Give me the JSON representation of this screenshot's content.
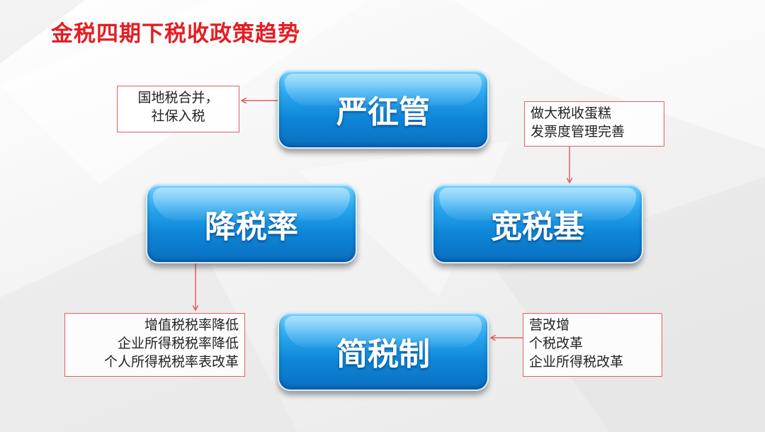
{
  "title": "金税四期下税收政策趋势",
  "nodes": {
    "strict": "严征管",
    "lower": "降税率",
    "broad": "宽税基",
    "simple": "简税制"
  },
  "notes": {
    "strict": [
      "国地税合并，",
      "社保入税"
    ],
    "broad": [
      "做大税收蛋糕",
      "发票度管理完善"
    ],
    "lower": [
      "增值税税率降低",
      "企业所得税税率降低",
      "个人所得税税率表改革"
    ],
    "simple": [
      "营改增",
      "个税改革",
      "企业所得税改革"
    ]
  },
  "colors": {
    "title": "#e31e24",
    "box_blue": "#0d86d8",
    "arrow_red": "#e06060"
  }
}
